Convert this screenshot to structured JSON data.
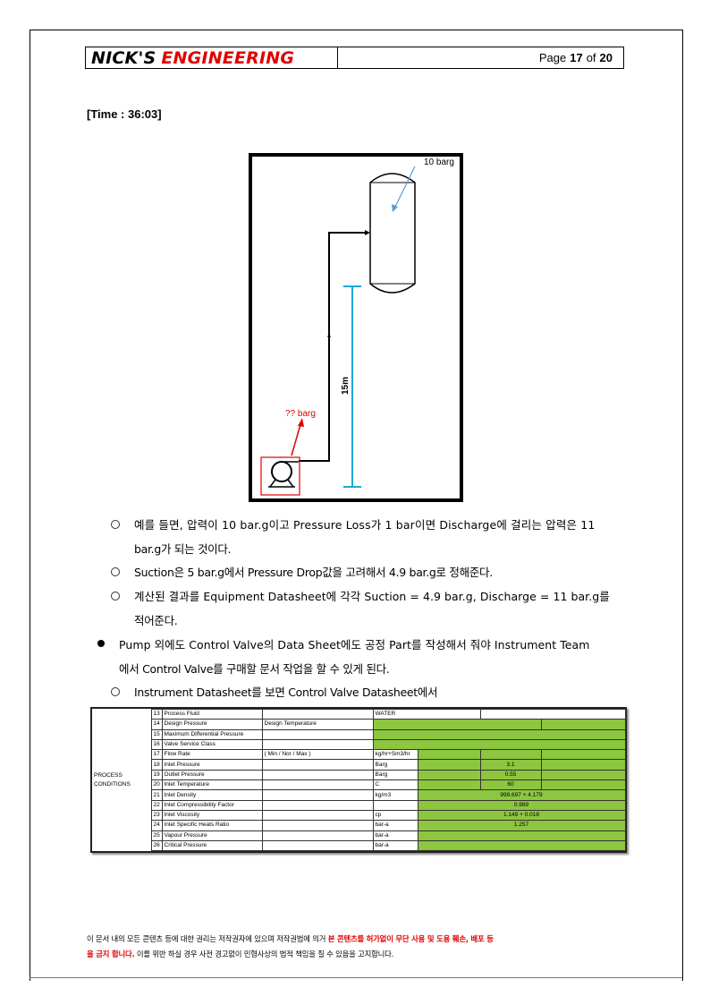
{
  "header": {
    "logo_part1": "NICK'S",
    "logo_part2": "ENGINEERING",
    "page_label": "Page",
    "page_current": "17",
    "page_of": "of",
    "page_total": "20"
  },
  "time_label": "[Time : 36:03]",
  "diagram": {
    "vessel_pressure": "10 barg",
    "pump_pressure": "?? barg",
    "height_label": "15m"
  },
  "paragraphs": {
    "p1_line1": "예를 들면, 압력이 10 bar.g이고 Pressure Loss가 1 bar이면 Discharge에 걸리는 압력은 11",
    "p1_line2": "bar.g가 되는 것이다.",
    "p2": "Suction은 5 bar.g에서 Pressure Drop값을 고려해서 4.9 bar.g로 정해준다.",
    "p3_line1": "계산된 결과를 Equipment Datasheet에 각각 Suction = 4.9 bar.g, Discharge = 11 bar.g를",
    "p3_line2": "적어준다.",
    "p4_line1": "Pump 외에도 Control Valve의 Data Sheet에도 공정 Part를 작성해서 줘야 Instrument Team",
    "p4_line2": "에서 Control Valve를 구매할 문서 작업을 할 수 있게 된다.",
    "p5": "Instrument Datasheet를 보면 Control Valve Datasheet에서"
  },
  "datasheet": {
    "section_label_1": "PROCESS",
    "section_label_2": "CONDITIONS",
    "rows": [
      {
        "no": "13",
        "label": "Process Fluid",
        "extra": "",
        "unit": "WATER",
        "value": ""
      },
      {
        "no": "14",
        "label": "Design Pressure",
        "extra": "Design Temperature",
        "unit": "",
        "value": ""
      },
      {
        "no": "15",
        "label": "Maximum Differential Pressure",
        "extra": "",
        "unit": "",
        "value": ""
      },
      {
        "no": "16",
        "label": "Valve Service Class",
        "extra": "",
        "unit": "",
        "value": ""
      },
      {
        "no": "17",
        "label": "Flow Rate",
        "extra": "( Min / Nor / Max )",
        "unit": "kg/hr+Sm3/hr",
        "value": ""
      },
      {
        "no": "18",
        "label": "Inlet Pressure",
        "extra": "",
        "unit": "Barg",
        "value": "3.1"
      },
      {
        "no": "19",
        "label": "Outlet Pressure",
        "extra": "",
        "unit": "Barg",
        "value": "0.55"
      },
      {
        "no": "20",
        "label": "Inlet Temperature",
        "extra": "",
        "unit": "C",
        "value": "60"
      },
      {
        "no": "21",
        "label": "Inlet Density",
        "extra": "",
        "unit": "kg/m3",
        "value": "999.697 + 4.179"
      },
      {
        "no": "22",
        "label": "Inlet Compressibility Factor",
        "extra": "",
        "unit": "",
        "value": "0.989"
      },
      {
        "no": "23",
        "label": "Inlet Viscosity",
        "extra": "",
        "unit": "cp",
        "value": "1.149 + 0.018"
      },
      {
        "no": "24",
        "label": "Inlet Specific Heats Ratio",
        "extra": "",
        "unit": "bar-a",
        "value": "1.257"
      },
      {
        "no": "25",
        "label": "Vapour Pressure",
        "extra": "",
        "unit": "bar-a",
        "value": ""
      },
      {
        "no": "26",
        "label": "Critical Pressure",
        "extra": "",
        "unit": "bar-a",
        "value": ""
      }
    ]
  },
  "footer": {
    "part1": "이 문서 내의 모든 콘텐츠 등에 대한 권리는 저작권자에 있으며 저작권법에 의거 ",
    "part2_red": "본 콘텐츠를 허가없이 무단 사용 및 도용 훼손, 배포 등",
    "part3_red": "을 금지 합니다.",
    "part4": " 이를 위반 하실 경우 사전 경고없이 민형사상의 법적 책임을 질 수 있음을 고지합니다."
  },
  "colors": {
    "brand_red": "#e00000",
    "cell_green": "#8dc63f",
    "dimension_cyan": "#1ca7d8",
    "arrow_blue": "#5b9bd5"
  }
}
